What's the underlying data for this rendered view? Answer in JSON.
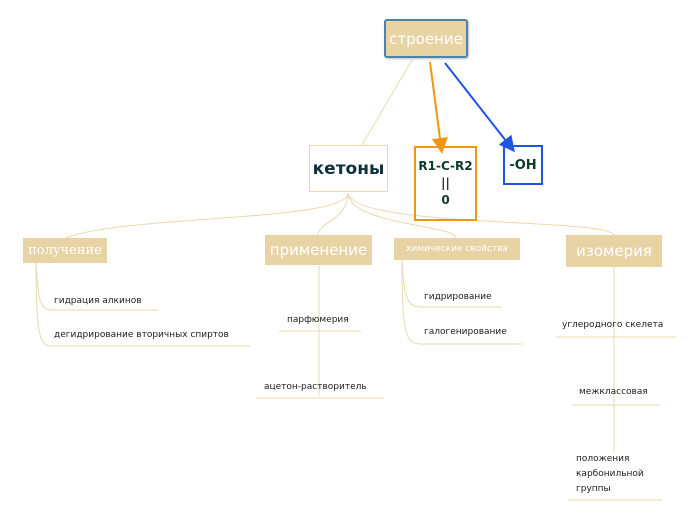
{
  "root": {
    "label": "строение"
  },
  "center": {
    "label": "кетоны"
  },
  "formula": {
    "line1": "R1-C-R2",
    "line2": "||",
    "line3": "0"
  },
  "hydroxyl": {
    "label": "-OH"
  },
  "branches": {
    "obtain": {
      "label": "получение",
      "items": [
        "гидрация алкинов",
        "дегидрирование вторичных спиртов"
      ]
    },
    "use": {
      "label": "применение",
      "items": [
        "парфюмерия",
        "ацетон-растворитель"
      ]
    },
    "chem": {
      "label": "химические свойства",
      "items": [
        "гидрирование",
        "галогенирование"
      ]
    },
    "iso": {
      "label": "изомерия",
      "items": [
        "углеродного скелета",
        "межклассовая",
        "положения карбонильной группы"
      ]
    }
  },
  "colors": {
    "accent": "#e8d3a5",
    "root_border": "#4a84ad",
    "orange_arrow": "#f0960f",
    "blue_arrow": "#1d55e4",
    "link": "#ead8b0"
  }
}
